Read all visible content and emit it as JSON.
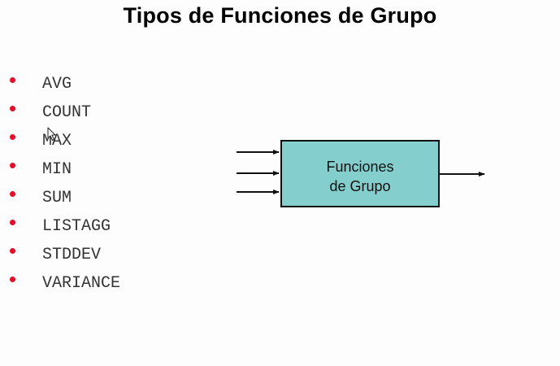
{
  "slide": {
    "title": "Tipos de Funciones de Grupo",
    "bullets": [
      "AVG",
      "COUNT",
      "MAX",
      "MIN",
      "SUM",
      "LISTAGG",
      "STDDEV",
      "VARIANCE"
    ],
    "bullet_color": "#e0102a"
  },
  "diagram": {
    "box_label_line1": "Funciones",
    "box_label_line2": "de Grupo",
    "box_color": "#84cfcd",
    "input_arrows": 3,
    "output_arrows": 1
  }
}
